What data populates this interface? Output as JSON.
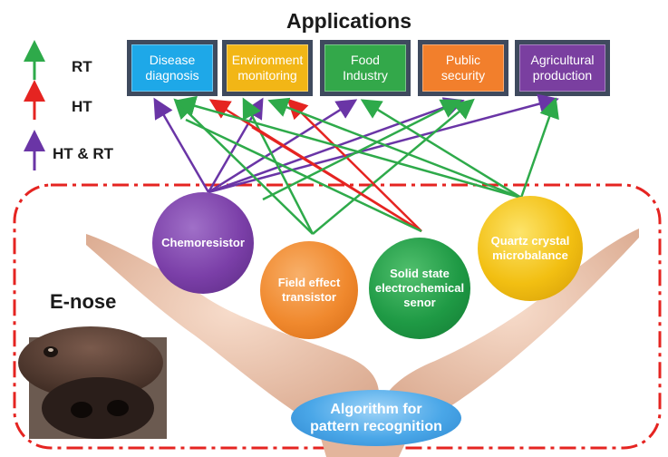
{
  "title": "Applications",
  "applications": [
    {
      "line1": "Disease",
      "line2": "diagnosis",
      "color": "#1ea8e8"
    },
    {
      "line1": "Environment",
      "line2": "monitoring",
      "color": "#f2b616"
    },
    {
      "line1": "Food",
      "line2": "Industry",
      "color": "#33a84a"
    },
    {
      "line1": "Public",
      "line2": "security",
      "color": "#f27f2c"
    },
    {
      "line1": "Agricultural",
      "line2": "production",
      "color": "#7a3fa0"
    }
  ],
  "legend": {
    "rt": {
      "label": "RT",
      "color": "#2eaa4a"
    },
    "ht": {
      "label": "HT",
      "color": "#e52421"
    },
    "htrt": {
      "label": "HT & RT",
      "color": "#6a35a6"
    }
  },
  "sensors": [
    {
      "line1": "Chemoresistor",
      "line2": "",
      "line3": "",
      "color": "#7b3fa8"
    },
    {
      "line1": "Field effect",
      "line2": "transistor",
      "line3": "",
      "color": "#f0892e"
    },
    {
      "line1": "Solid state",
      "line2": "electrochemical",
      "line3": "senor",
      "color": "#1f9a45"
    },
    {
      "line1": "Quartz crystal",
      "line2": "microbalance",
      "line3": "",
      "color": "#f2bf12"
    }
  ],
  "enose_label": "E-nose",
  "algorithm": {
    "line1": "Algorithm for",
    "line2": "pattern recognition"
  }
}
